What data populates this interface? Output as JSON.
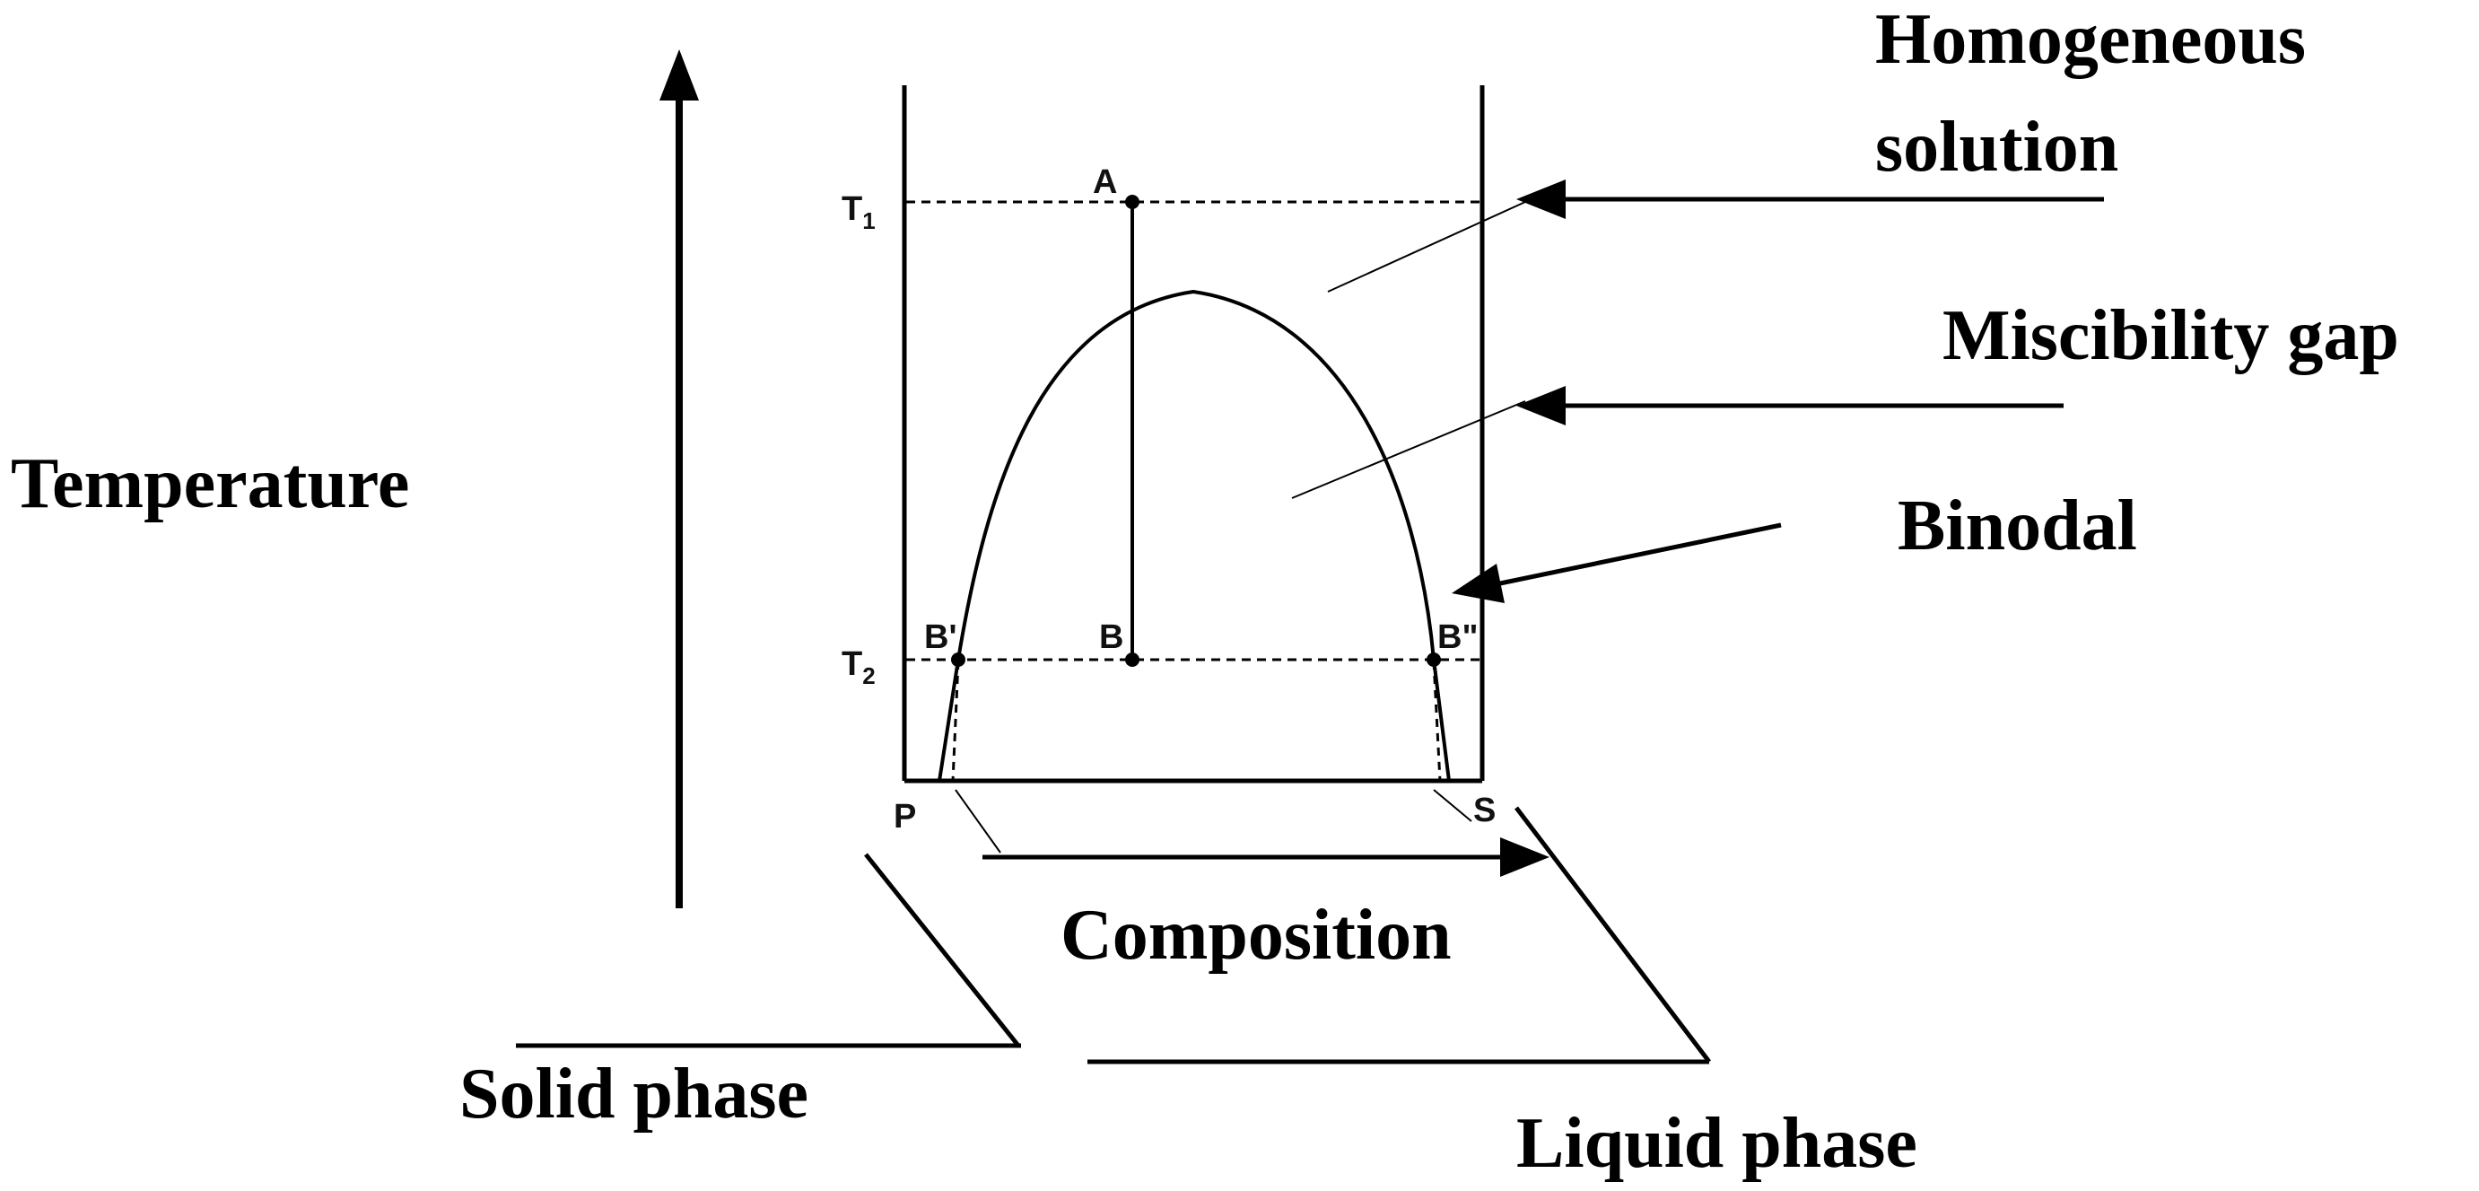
{
  "labels": {
    "temperature": "Temperature",
    "composition": "Composition",
    "homogeneous_line1": "Homogeneous",
    "homogeneous_line2": "solution",
    "miscibility_gap": "Miscibility gap",
    "binodal": "Binodal",
    "solid_phase": "Solid phase",
    "liquid_phase": "Liquid phase"
  },
  "points": {
    "A": "A",
    "B": "B",
    "B_prime": "B'",
    "B_double_prime": "B\"",
    "P": "P",
    "S": "S"
  },
  "temperatures": {
    "T1": {
      "base": "T",
      "sub": "1"
    },
    "T2": {
      "base": "T",
      "sub": "2"
    }
  },
  "colors": {
    "ink": "#000000",
    "background": "#ffffff"
  }
}
